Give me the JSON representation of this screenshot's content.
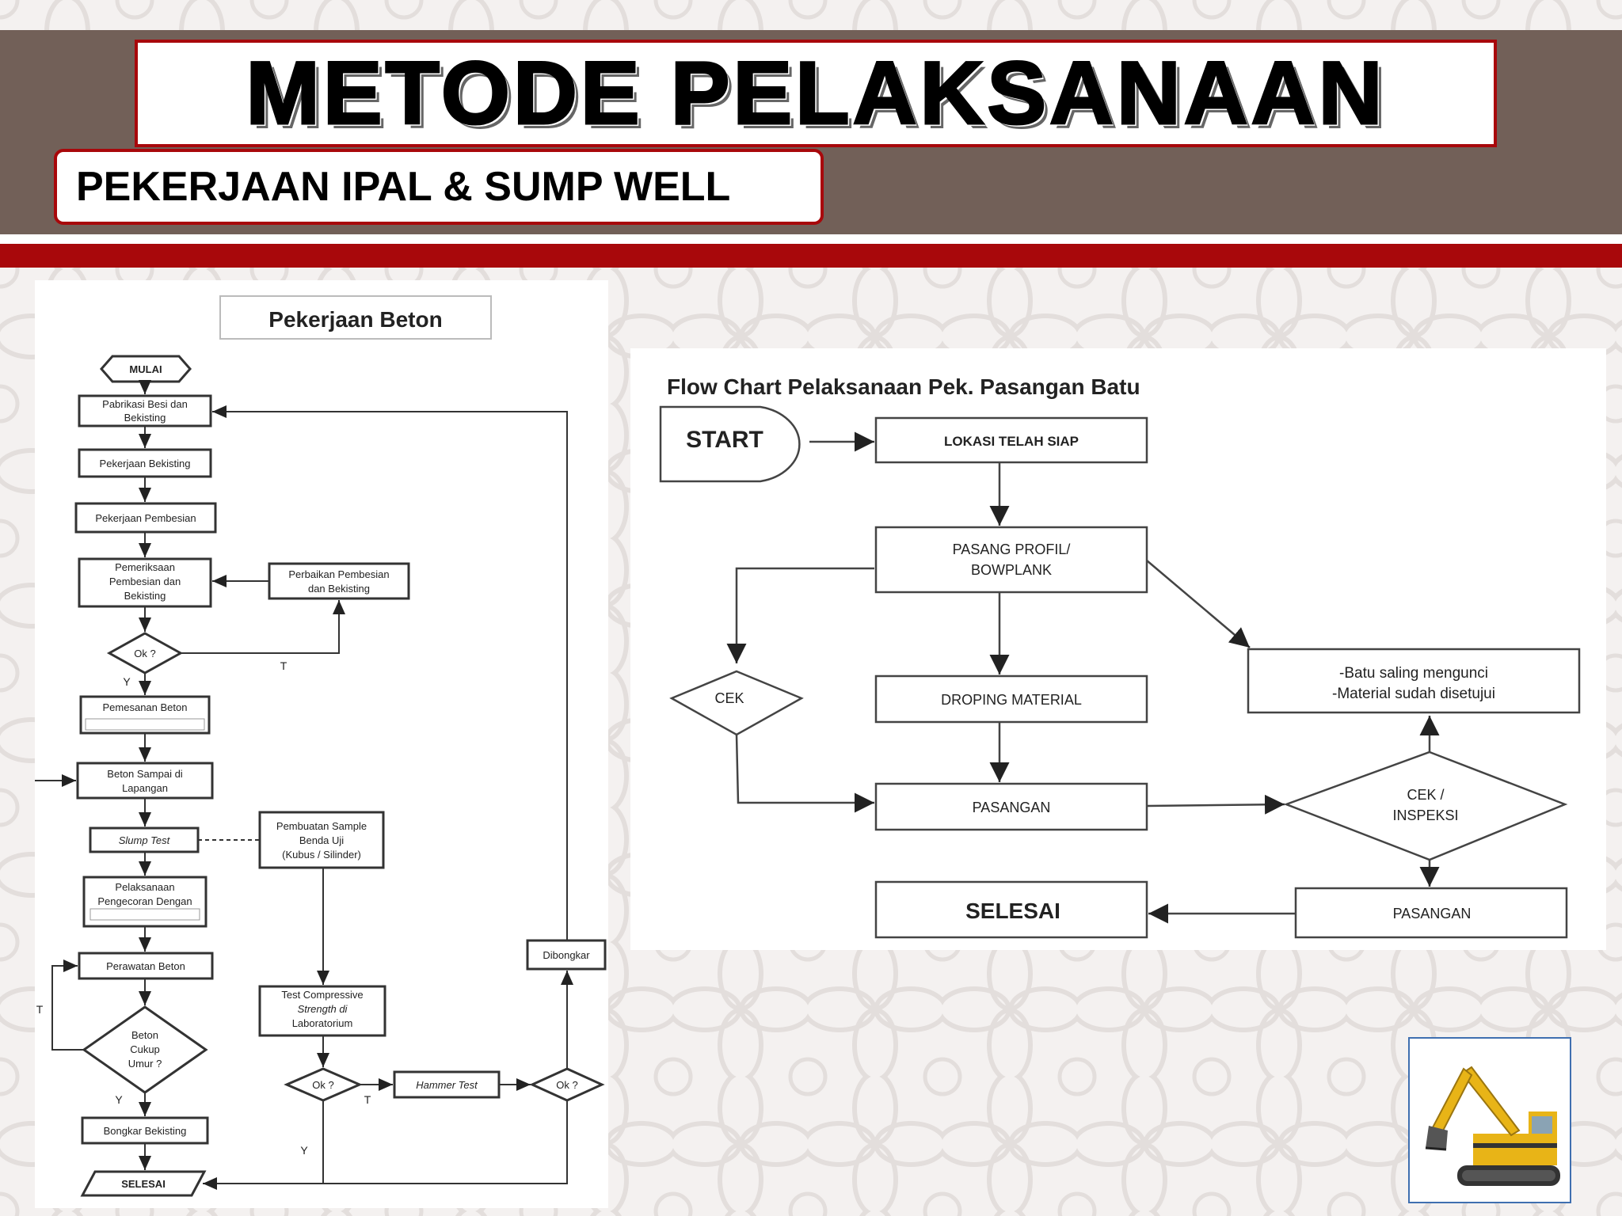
{
  "header": {
    "title": "METODE PELAKSANAAN",
    "subtitle": "PEKERJAAN IPAL & SUMP WELL"
  },
  "colors": {
    "header_brown": "#726058",
    "accent_red": "#a8080b"
  },
  "left_flowchart": {
    "title": "Pekerjaan Beton",
    "nodes": {
      "mulai": "MULAI",
      "fabrikasi": [
        "Pabrikasi Besi dan",
        "Bekisting"
      ],
      "bekisting": "Pekerjaan Bekisting",
      "pembesian": "Pekerjaan Pembesian",
      "pemeriksaan": [
        "Pemeriksaan",
        "Pembesian dan",
        "Bekisting"
      ],
      "perbaikan": [
        "Perbaikan Pembesian",
        "dan Bekisting"
      ],
      "ok1": "Ok ?",
      "pemesanan": "Pemesanan Beton",
      "sampai": [
        "Beton Sampai di",
        "Lapangan"
      ],
      "slump": "Slump Test",
      "sample": [
        "Pembuatan Sample",
        "Benda Uji",
        "(Kubus / Silinder)"
      ],
      "pengecoran": [
        "Pelaksanaan",
        "Pengecoran Dengan"
      ],
      "perawatan": "Perawatan Beton",
      "umur": [
        "Beton",
        "Cukup",
        "Umur ?"
      ],
      "bongkar": "Bongkar Bekisting",
      "selesai": "SELESAI",
      "compressive": [
        "Test Compressive",
        "Strength di",
        "Laboratorium"
      ],
      "ok2": "Ok ?",
      "hammer": "Hammer Test",
      "ok3": "Ok ?",
      "dibongkar": "Dibongkar"
    },
    "labels": {
      "t1": "T",
      "y1": "Y",
      "t2": "T",
      "y2": "Y",
      "t3": "T",
      "y3": "Y"
    }
  },
  "right_flowchart": {
    "title": "Flow Chart Pelaksanaan  Pek. Pasangan  Batu",
    "nodes": {
      "start": "START",
      "lokasi": "LOKASI TELAH SIAP",
      "profil": [
        "PASANG PROFIL/",
        "BOWPLANK"
      ],
      "cek": "CEK",
      "droping": "DROPING MATERIAL",
      "pasangan1": "PASANGAN",
      "note": [
        "-Batu saling mengunci",
        "-Material sudah disetujui"
      ],
      "inspeksi": [
        "CEK /",
        "INSPEKSI"
      ],
      "selesai": "SELESAI",
      "pasangan2": "PASANGAN"
    }
  }
}
